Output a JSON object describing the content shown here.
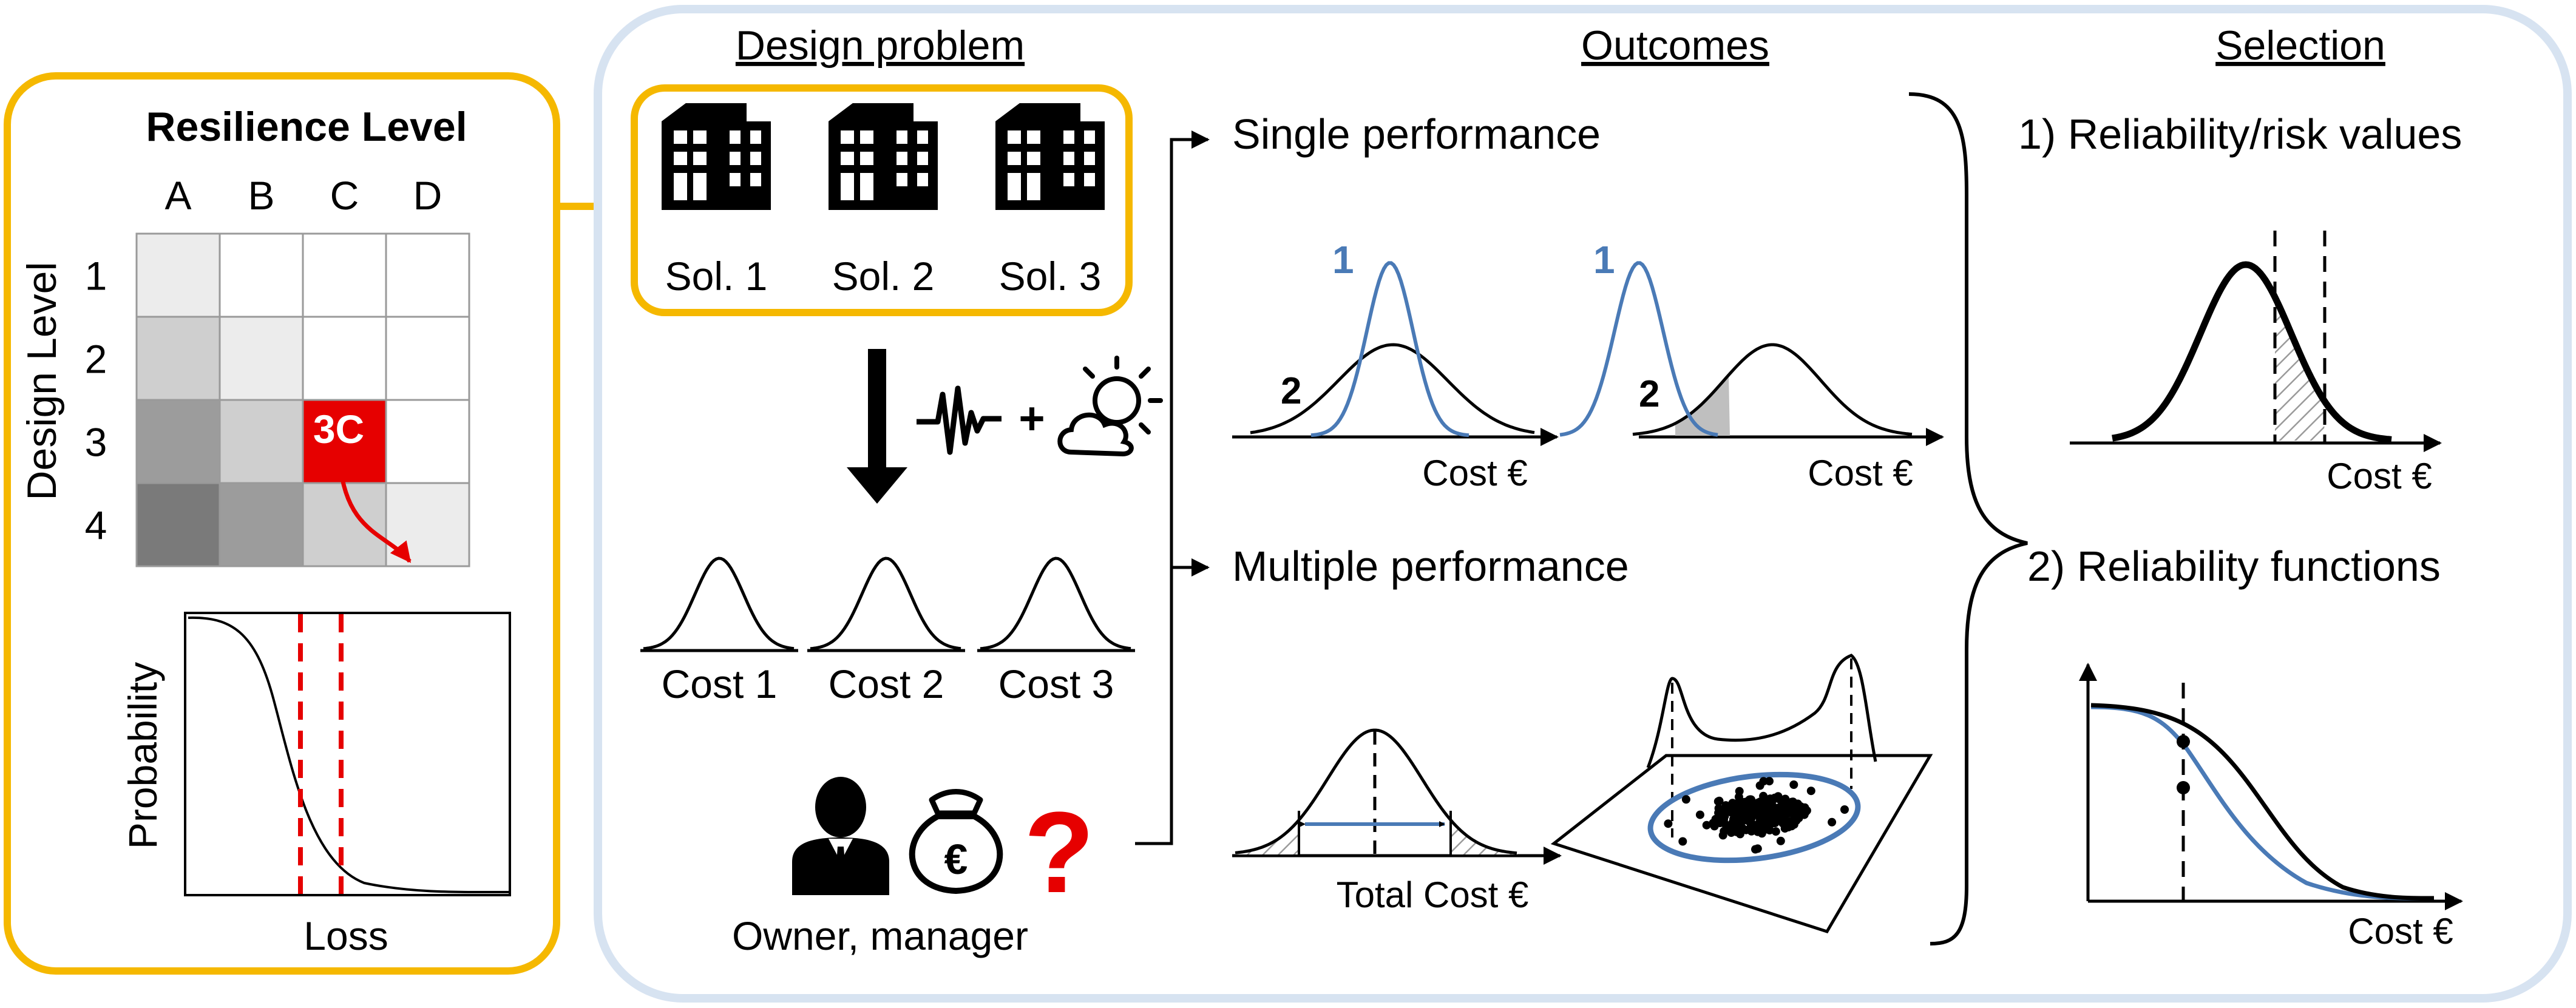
{
  "resilience_panel": {
    "title": "Resilience Level",
    "columns": [
      "A",
      "B",
      "C",
      "D"
    ],
    "rows": [
      "1",
      "2",
      "3",
      "4"
    ],
    "y_axis_label": "Design Level",
    "highlight_label": "3C",
    "grid_shades": [
      [
        "#ececec",
        "#ffffff",
        "#ffffff",
        "#ffffff"
      ],
      [
        "#cfcfcf",
        "#ececec",
        "#ffffff",
        "#ffffff"
      ],
      [
        "#9c9c9c",
        "#cfcfcf",
        "#e60000",
        "#ffffff"
      ],
      [
        "#7a7a7a",
        "#9c9c9c",
        "#cfcfcf",
        "#ececec"
      ]
    ],
    "plot_xlabel": "Loss",
    "plot_ylabel": "Probability"
  },
  "design_problem": {
    "heading": "Design problem",
    "solutions": [
      "Sol. 1",
      "Sol. 2",
      "Sol. 3"
    ],
    "costs": [
      "Cost 1",
      "Cost 2",
      "Cost 3"
    ],
    "plus": "+",
    "stakeholder_label": "Owner, manager",
    "question_mark": "?",
    "money_symbol": "€",
    "icons": [
      "building-icon",
      "earthquake-wave-icon",
      "weather-icon",
      "businessman-icon",
      "money-bag-icon",
      "question-icon"
    ]
  },
  "outcomes": {
    "heading": "Outcomes",
    "single_label": "Single performance",
    "multiple_label": "Multiple performance",
    "curve1_label": "1",
    "curve2_label": "2",
    "cost_axis": "Cost €",
    "total_cost_axis": "Total Cost €"
  },
  "selection": {
    "heading": "Selection",
    "item1": "1) Reliability/risk values",
    "item2": "2) Reliability functions",
    "cost_axis": "Cost €"
  },
  "colors": {
    "orange": "#f5b800",
    "light_blue_border": "#d7e3f1",
    "blue_curve": "#4a7ab6",
    "red": "#e60000"
  }
}
